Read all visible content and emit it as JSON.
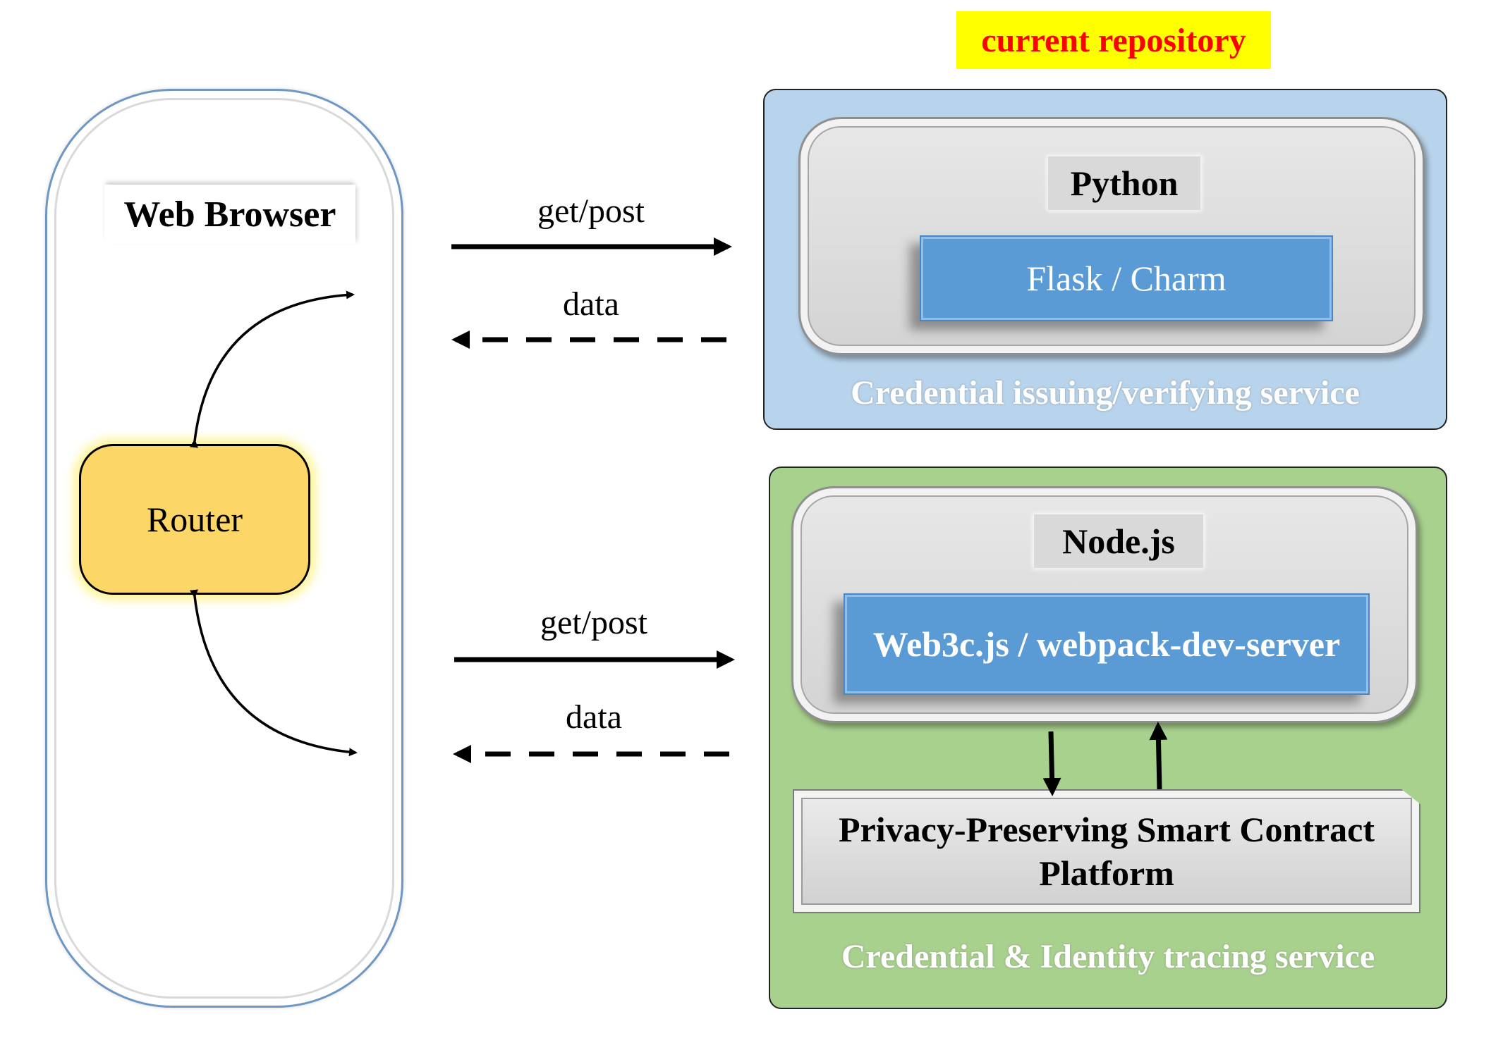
{
  "banner": {
    "text": "current repository",
    "text_color": "#ff0000",
    "background": "#ffff00"
  },
  "browser": {
    "title": "Web Browser",
    "router_label": "Router",
    "router_color": "#fcd767"
  },
  "links": [
    {
      "request_label": "get/post",
      "response_label": "data"
    },
    {
      "request_label": "get/post",
      "response_label": "data"
    }
  ],
  "services": {
    "issuing": {
      "runtime": "Python",
      "framework": "Flask / Charm",
      "caption": "Credential issuing/verifying service",
      "background": "#b8d4ec"
    },
    "tracing": {
      "runtime": "Node.js",
      "framework": "Web3c.js / webpack-dev-server",
      "platform_line1": "Privacy-Preserving Smart Contract",
      "platform_line2": "Platform",
      "caption": "Credential & Identity tracing service",
      "background": "#a9d18e"
    }
  },
  "colors": {
    "framework_blue": "#5b9bd5"
  }
}
